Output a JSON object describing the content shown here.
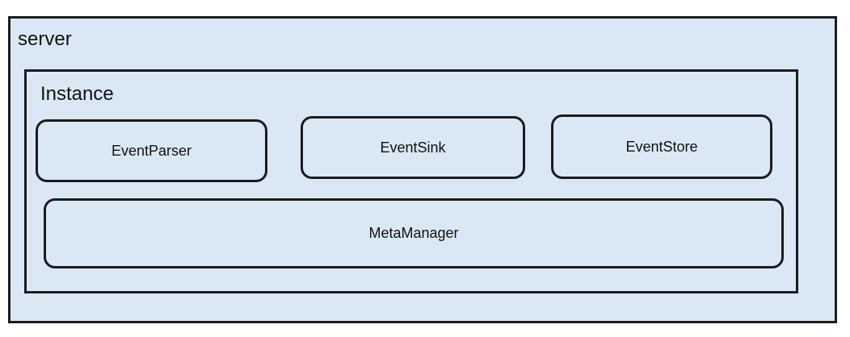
{
  "diagram": {
    "colors": {
      "fill": "#dae8f5",
      "border": "#1c1c1c",
      "text": "#111111",
      "background": "#ffffff"
    },
    "server": {
      "label": "server"
    },
    "instance": {
      "label": "Instance"
    },
    "components": [
      {
        "id": "event-parser",
        "label": "EventParser"
      },
      {
        "id": "event-sink",
        "label": "EventSink"
      },
      {
        "id": "event-store",
        "label": "EventStore"
      }
    ],
    "meta_manager": {
      "label": "MetaManager"
    }
  }
}
